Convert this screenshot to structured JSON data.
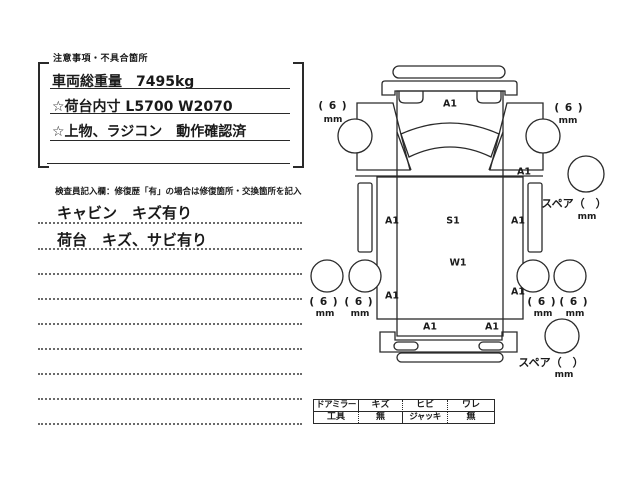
{
  "notes_box": {
    "title": "注意事項・不具合箇所",
    "lines": [
      "車両総重量　7495kg",
      "☆荷台内寸 L5700 W2070",
      "☆上物、ラジコン　動作確認済"
    ]
  },
  "inspector": {
    "note": "検査員記入欄：修復歴「有」の場合は修復箇所・交換箇所を記入",
    "entries": [
      "キャビン　キズ有り",
      "荷台　キズ、サビ有り"
    ]
  },
  "diagram": {
    "marks": {
      "a1": "A1",
      "s1": "S1",
      "w1": "W1"
    },
    "tire_depth": "( 6 )",
    "unit": "mm",
    "spare_label": "スペア（　）"
  },
  "equipment_table": {
    "rows": [
      [
        "ドアミラー",
        "キズ",
        "ヒビ",
        "ワレ"
      ],
      [
        "工具",
        "無",
        "ジャッキ",
        "無"
      ]
    ]
  },
  "colors": {
    "ink": "#1a1a1a",
    "line": "#2a2a2a",
    "background": "#ffffff"
  }
}
